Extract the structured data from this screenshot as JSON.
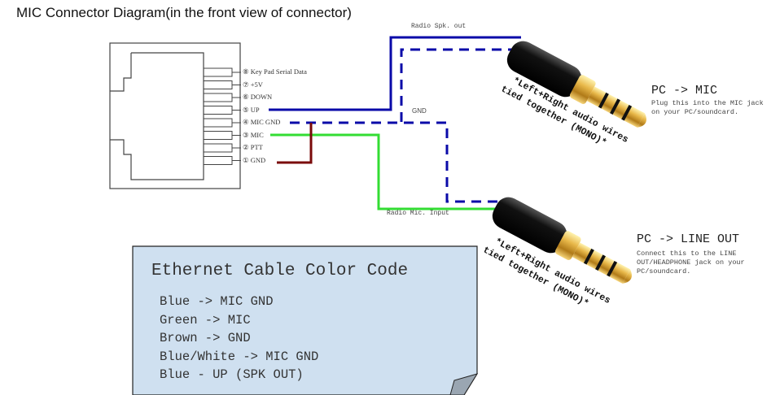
{
  "title": "MIC Connector Diagram(in the front view of connector)",
  "connector": {
    "pins": [
      {
        "number": "8",
        "label": "Key Pad Serial Data"
      },
      {
        "number": "7",
        "label": "+5V"
      },
      {
        "number": "6",
        "label": "DOWN"
      },
      {
        "number": "5",
        "label": "UP"
      },
      {
        "number": "4",
        "label": "MIC GND"
      },
      {
        "number": "3",
        "label": "MIC"
      },
      {
        "number": "2",
        "label": "PTT"
      },
      {
        "number": "1",
        "label": "GND"
      }
    ]
  },
  "wires": {
    "spk_out_label": "Radio Spk. out",
    "gnd_label": "GND",
    "mic_input_label": "Radio Mic. Input",
    "colors": {
      "blue": "#0a0aa8",
      "green": "#33dd33",
      "brown": "#7a0a0a"
    }
  },
  "plugs": [
    {
      "name": "PC -> MIC",
      "description": "Plug this into the MIC jack on your PC/soundcard.",
      "note_line1": "*Left+Right audio wires",
      "note_line2": "tied together (MONO)*"
    },
    {
      "name": "PC -> LINE OUT",
      "description": "Connect this to the LINE OUT/HEADPHONE jack on your PC/soundcard.",
      "note_line1": "*Left+Right audio wires",
      "note_line2": "tied together (MONO)*"
    }
  ],
  "color_code": {
    "title": "Ethernet Cable Color Code",
    "lines": [
      "Blue -> MIC GND",
      "Green -> MIC",
      "Brown -> GND",
      "Blue/White -> MIC GND",
      "Blue - UP (SPK OUT)"
    ],
    "background": "#cfe0f0"
  }
}
